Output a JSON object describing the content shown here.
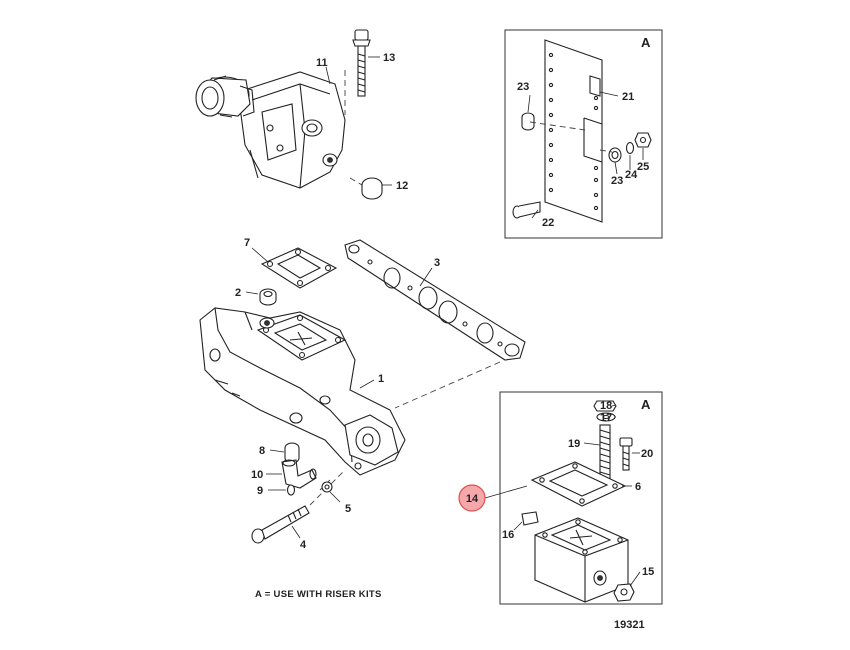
{
  "insets": [
    {
      "id": "top",
      "letter": "A"
    },
    {
      "id": "bottom",
      "letter": "A"
    }
  ],
  "callouts": {
    "c1": "1",
    "c2": "2",
    "c3": "3",
    "c4": "4",
    "c5": "5",
    "c6": "6",
    "c7": "7",
    "c8": "8",
    "c9": "9",
    "c10": "10",
    "c11": "11",
    "c12": "12",
    "c13": "13",
    "c14": "14",
    "c15": "15",
    "c16": "16",
    "c17": "17",
    "c18": "18",
    "c19": "19",
    "c20": "20",
    "c21": "21",
    "c22": "22",
    "c23a": "23",
    "c23b": "23",
    "c24": "24",
    "c25": "25"
  },
  "note": "A = USE WITH RISER KITS",
  "figure_number": "19321",
  "colors": {
    "highlight_fill": "#f6a7ac",
    "highlight_stroke": "#d9534f",
    "line": "#222222"
  }
}
